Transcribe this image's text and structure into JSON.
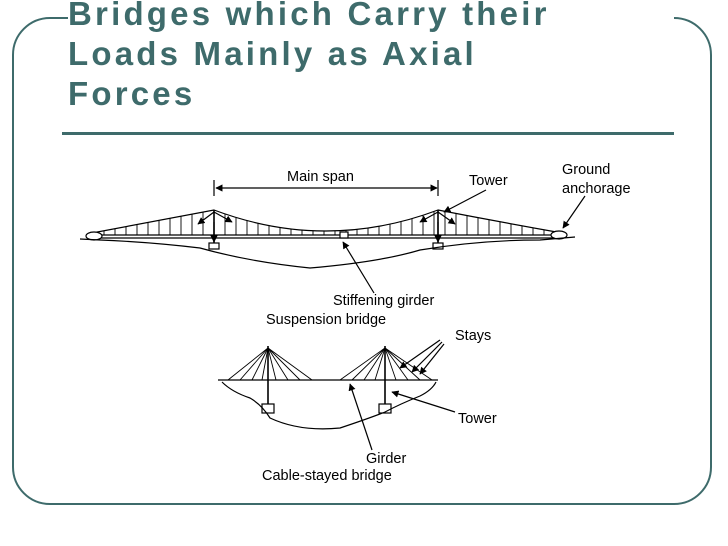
{
  "slide": {
    "title_lines": [
      "Bridges which Carry their",
      "Loads Mainly as Axial",
      "Forces"
    ],
    "colors": {
      "accent": "#3e6b6b",
      "ink": "#000000",
      "background": "#ffffff"
    }
  },
  "diagram": {
    "suspension": {
      "main_span": "Main span",
      "tower": "Tower",
      "ground_anchorage_1": "Ground",
      "ground_anchorage_2": "anchorage",
      "stiffening_girder": "Stiffening girder",
      "caption": "Suspension bridge"
    },
    "cable_stayed": {
      "stays": "Stays",
      "tower": "Tower",
      "girder": "Girder",
      "caption": "Cable-stayed bridge"
    }
  }
}
